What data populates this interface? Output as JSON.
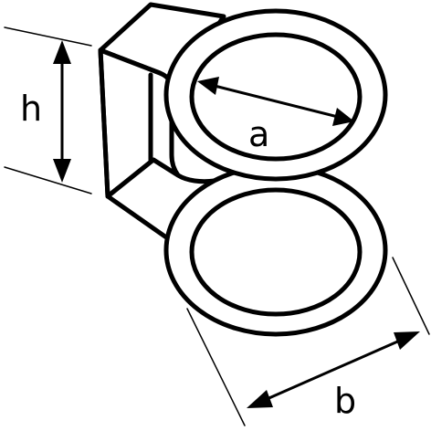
{
  "figure": {
    "labels": {
      "height": "h",
      "inner_diameter": "a",
      "outer_diameter": "b"
    },
    "colors": {
      "stroke": "#000000",
      "background": "#ffffff"
    }
  }
}
